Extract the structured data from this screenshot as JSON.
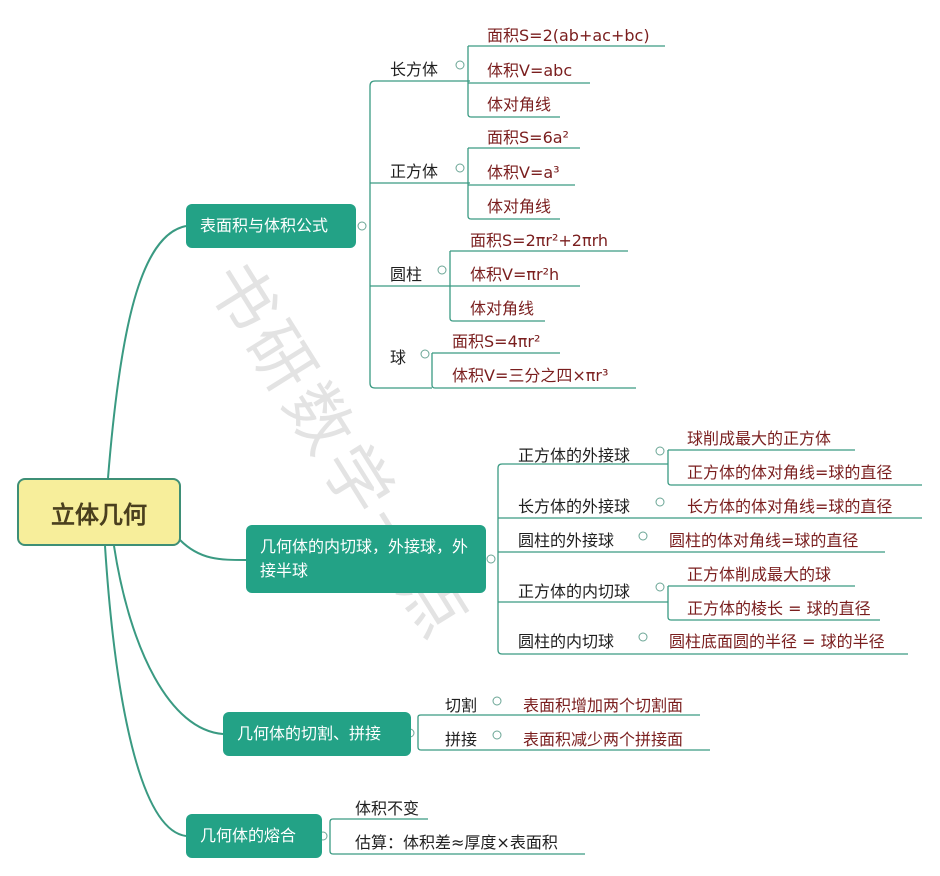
{
  "root": {
    "label": "立体几何"
  },
  "watermark": "书研数学一点",
  "colors": {
    "branch": "#23a286",
    "root_fill": "#f7ee9b",
    "line": "#3a9a82",
    "leaf_text": "#7a1e1e"
  },
  "branches": [
    {
      "label": "表面积与体积公式",
      "children": [
        {
          "label": "长方体",
          "leaves": [
            "面积S=2(ab+ac+bc)",
            "体积V=abc",
            "体对角线"
          ]
        },
        {
          "label": "正方体",
          "leaves": [
            "面积S=6a²",
            "体积V=a³",
            "体对角线"
          ]
        },
        {
          "label": "圆柱",
          "leaves": [
            "面积S=2πr²+2πrh",
            "体积V=πr²h",
            "体对角线"
          ]
        },
        {
          "label": "球",
          "leaves": [
            "面积S=4πr²",
            "体积V=三分之四×πr³"
          ]
        }
      ]
    },
    {
      "label": "几何体的内切球，外接球，外接半球",
      "children": [
        {
          "label": "正方体的外接球",
          "leaves": [
            "球削成最大的正方体",
            "正方体的体对角线=球的直径"
          ]
        },
        {
          "label": "长方体的外接球",
          "leaves": [
            "长方体的体对角线=球的直径"
          ]
        },
        {
          "label": "圆柱的外接球",
          "leaves": [
            "圆柱的体对角线=球的直径"
          ]
        },
        {
          "label": "正方体的内切球",
          "leaves": [
            "正方体削成最大的球",
            "正方体的棱长 = 球的直径"
          ]
        },
        {
          "label": "圆柱的内切球",
          "leaves": [
            "圆柱底面圆的半径 = 球的半径"
          ]
        }
      ]
    },
    {
      "label": "几何体的切割、拼接",
      "children": [
        {
          "label": "切割",
          "leaves": [
            "表面积增加两个切割面"
          ]
        },
        {
          "label": "拼接",
          "leaves": [
            "表面积减少两个拼接面"
          ]
        }
      ]
    },
    {
      "label": "几何体的熔合",
      "children": [
        {
          "label": "体积不变",
          "leaves": []
        },
        {
          "label": "估算：体积差≈厚度×表面积",
          "leaves": []
        }
      ]
    }
  ]
}
